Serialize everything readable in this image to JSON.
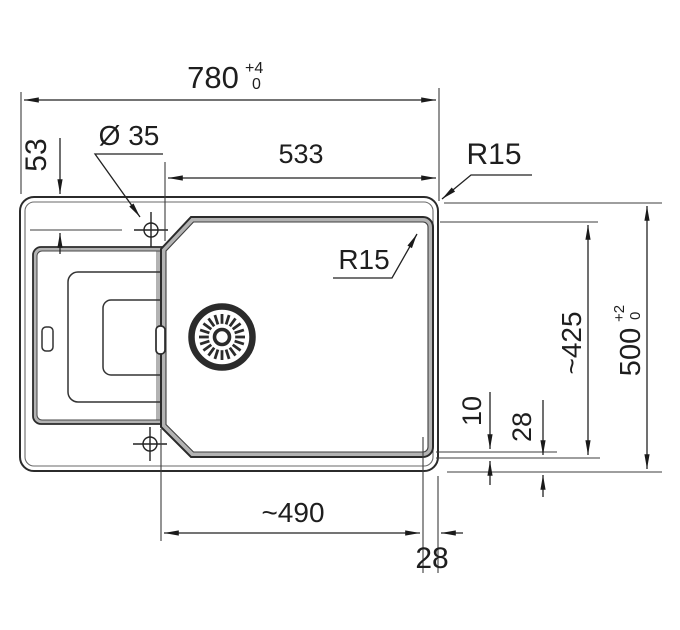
{
  "drawing": {
    "type": "sink-installation-technical-drawing",
    "colors": {
      "line": "#2b2b2b",
      "dim_line": "#222222",
      "text": "#1e1e1e",
      "band": "#b3b3b3",
      "background": "#ffffff"
    },
    "dimensions": {
      "overall_width": {
        "value": "780",
        "tol_plus": "+4",
        "tol_minus": "0"
      },
      "bowl_cutout_width": {
        "value": "533"
      },
      "tap_hole_diameter": {
        "value": "Ø 35"
      },
      "tap_hole_offset": {
        "value": "53"
      },
      "outer_corner_radius": {
        "value": "R15"
      },
      "bowl_corner_radius": {
        "value": "R15"
      },
      "bowl_inner_depth": {
        "value": "~425"
      },
      "overall_depth": {
        "value": "500",
        "tol_plus": "+2",
        "tol_minus": "0"
      },
      "rim_offset_right": {
        "value": "10"
      },
      "edge_gap_right": {
        "value": "28"
      },
      "bowl_bottom_length": {
        "value": "~490"
      },
      "edge_gap_bottom": {
        "value": "28"
      }
    }
  }
}
